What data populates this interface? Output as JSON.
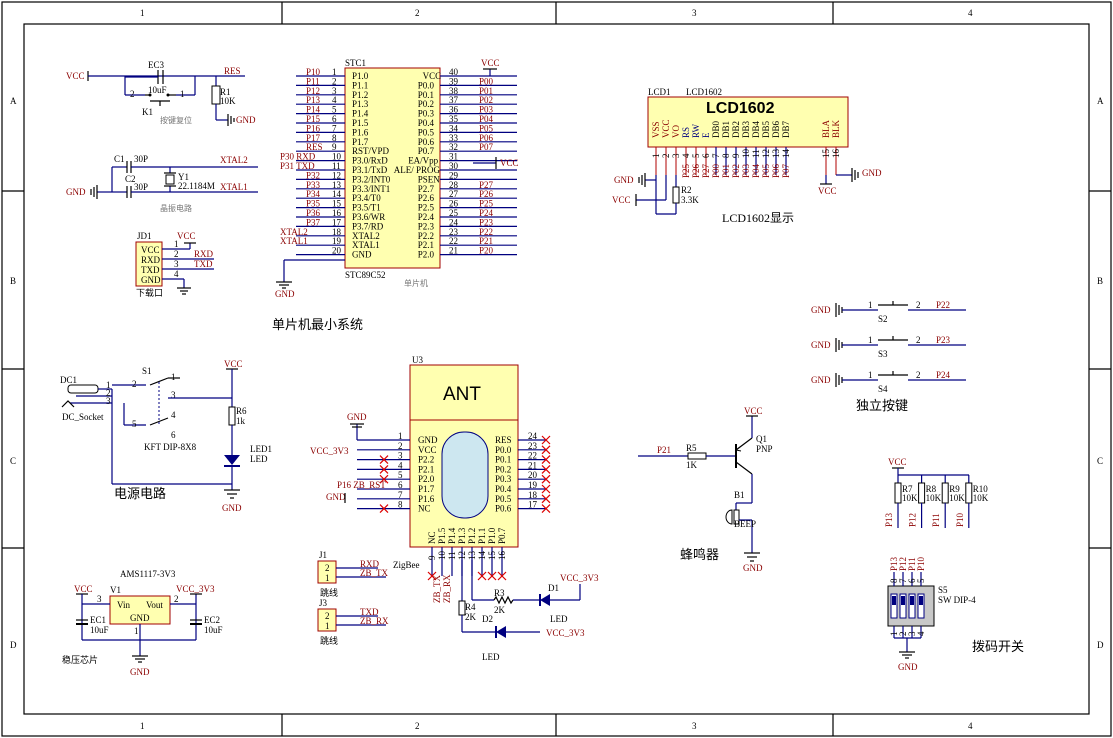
{
  "border": {
    "cols": [
      "1",
      "2",
      "3",
      "4"
    ],
    "rows": [
      "A",
      "B",
      "C",
      "D"
    ]
  },
  "sections": {
    "mcu_min": "单片机最小系统",
    "power": "电源电路",
    "lcd": "LCD1602显示",
    "keys": "独立按键",
    "buzzer": "蜂鸣器",
    "dip": "拨码开关",
    "mcu_label": "单片机",
    "reset_label": "按键复位",
    "crystal_label": "晶振电路",
    "regulator_label": "稳压芯片",
    "jumper": "跳线",
    "download": "下载口"
  },
  "nets": {
    "vcc": "VCC",
    "gnd": "GND",
    "vcc33": "VCC_3V3",
    "res": "RES",
    "xtal1": "XTAL1",
    "xtal2": "XTAL2",
    "rxd": "RXD",
    "txd": "TXD",
    "zbtx": "ZB_TX",
    "zbrx": "ZB_RX",
    "zbrst": "ZB_RST"
  },
  "mcu": {
    "ref": "STC1",
    "part": "STC89C52",
    "left": [
      {
        "n": "1",
        "pin": "P1.0",
        "net": "P10"
      },
      {
        "n": "2",
        "pin": "P1.1",
        "net": "P11"
      },
      {
        "n": "3",
        "pin": "P1.2",
        "net": "P12"
      },
      {
        "n": "4",
        "pin": "P1.3",
        "net": "P13"
      },
      {
        "n": "5",
        "pin": "P1.4",
        "net": "P14"
      },
      {
        "n": "6",
        "pin": "P1.5",
        "net": "P15"
      },
      {
        "n": "7",
        "pin": "P1.6",
        "net": "P16"
      },
      {
        "n": "8",
        "pin": "P1.7",
        "net": "P17"
      },
      {
        "n": "9",
        "pin": "RST/VPD",
        "net": "RES"
      },
      {
        "n": "10",
        "pin": "P3.0/RxD",
        "net": "P30_RXD"
      },
      {
        "n": "11",
        "pin": "P3.1/TxD",
        "net": "P31_TXD"
      },
      {
        "n": "12",
        "pin": "P3.2/INT0",
        "net": "P32"
      },
      {
        "n": "13",
        "pin": "P3.3/INT1",
        "net": "P33"
      },
      {
        "n": "14",
        "pin": "P3.4/T0",
        "net": "P34"
      },
      {
        "n": "15",
        "pin": "P3.5/T1",
        "net": "P35"
      },
      {
        "n": "16",
        "pin": "P3.6/WR",
        "net": "P36"
      },
      {
        "n": "17",
        "pin": "P3.7/RD",
        "net": "P37"
      },
      {
        "n": "18",
        "pin": "XTAL2",
        "net": "XTAL2"
      },
      {
        "n": "19",
        "pin": "XTAL1",
        "net": "XTAL1"
      },
      {
        "n": "20",
        "pin": "GND",
        "net": ""
      }
    ],
    "right": [
      {
        "n": "40",
        "pin": "VCC",
        "net": ""
      },
      {
        "n": "39",
        "pin": "P0.0",
        "net": "P00"
      },
      {
        "n": "38",
        "pin": "P0.1",
        "net": "P01"
      },
      {
        "n": "37",
        "pin": "P0.2",
        "net": "P02"
      },
      {
        "n": "36",
        "pin": "P0.3",
        "net": "P03"
      },
      {
        "n": "35",
        "pin": "P0.4",
        "net": "P04"
      },
      {
        "n": "34",
        "pin": "P0.5",
        "net": "P05"
      },
      {
        "n": "33",
        "pin": "P0.6",
        "net": "P06"
      },
      {
        "n": "32",
        "pin": "P0.7",
        "net": "P07"
      },
      {
        "n": "31",
        "pin": "EA/Vpp",
        "net": ""
      },
      {
        "n": "30",
        "pin": "ALE/ PROG",
        "net": ""
      },
      {
        "n": "29",
        "pin": "PSEN",
        "net": ""
      },
      {
        "n": "28",
        "pin": "P2.7",
        "net": "P27"
      },
      {
        "n": "27",
        "pin": "P2.6",
        "net": "P26"
      },
      {
        "n": "26",
        "pin": "P2.5",
        "net": "P25"
      },
      {
        "n": "25",
        "pin": "P2.4",
        "net": "P24"
      },
      {
        "n": "24",
        "pin": "P2.3",
        "net": "P23"
      },
      {
        "n": "23",
        "pin": "P2.2",
        "net": "P22"
      },
      {
        "n": "22",
        "pin": "P2.1",
        "net": "P21"
      },
      {
        "n": "21",
        "pin": "P2.0",
        "net": "P20"
      }
    ]
  },
  "lcd": {
    "ref": "LCD1",
    "part": "LCD1602",
    "title": "LCD1602",
    "pins": [
      {
        "n": "1",
        "name": "VSS",
        "net": ""
      },
      {
        "n": "2",
        "name": "VCC",
        "net": ""
      },
      {
        "n": "3",
        "name": "VO",
        "net": ""
      },
      {
        "n": "4",
        "name": "RS",
        "net": "P25"
      },
      {
        "n": "5",
        "name": "RW",
        "net": "P26"
      },
      {
        "n": "6",
        "name": "E",
        "net": "P27"
      },
      {
        "n": "7",
        "name": "DB0",
        "net": "P00"
      },
      {
        "n": "8",
        "name": "DB1",
        "net": "P01"
      },
      {
        "n": "9",
        "name": "DB2",
        "net": "P02"
      },
      {
        "n": "10",
        "name": "DB3",
        "net": "P03"
      },
      {
        "n": "11",
        "name": "DB4",
        "net": "P04"
      },
      {
        "n": "12",
        "name": "DB5",
        "net": "P05"
      },
      {
        "n": "13",
        "name": "DB6",
        "net": "P06"
      },
      {
        "n": "14",
        "name": "DB7",
        "net": "P07"
      },
      {
        "n": "15",
        "name": "BLA",
        "net": ""
      },
      {
        "n": "16",
        "name": "BLK",
        "net": ""
      }
    ],
    "r2": "R2",
    "r2v": "3.3K"
  },
  "reset": {
    "cap": "EC3",
    "capv": "10uF",
    "key": "K1",
    "res": "R1",
    "resv": "10K",
    "p1": "1",
    "p2": "2"
  },
  "crystal": {
    "c1": "C1",
    "c1v": "30P",
    "c2": "C2",
    "c2v": "30P",
    "y": "Y1",
    "yv": "22.1184M"
  },
  "jd1": {
    "ref": "JD1",
    "pins": [
      {
        "n": "1",
        "name": "VCC"
      },
      {
        "n": "2",
        "name": "RXD"
      },
      {
        "n": "3",
        "name": "TXD"
      },
      {
        "n": "4",
        "name": "GND"
      }
    ]
  },
  "power": {
    "dc": "DC1",
    "dcname": "DC_Socket",
    "s": "S1",
    "sw": "KFT DIP-8X8",
    "r": "R6",
    "rv": "1k",
    "led": "LED1",
    "ledv": "LED",
    "pins": [
      "1",
      "2",
      "3",
      "1",
      "2",
      "3",
      "4",
      "5",
      "6"
    ]
  },
  "reg": {
    "ref": "V1",
    "part": "AMS1117-3V3",
    "vin": "Vin",
    "vout": "Vout",
    "gnd": "GND",
    "ec1": "EC1",
    "ec1v": "10uF",
    "ec2": "EC2",
    "ec2v": "10uF",
    "p3": "3",
    "p2": "2",
    "p1": "1"
  },
  "zigbee": {
    "ref": "U3",
    "ant": "ANT",
    "name": "ZigBee",
    "left": [
      {
        "n": "1",
        "pin": "GND",
        "net": "GND"
      },
      {
        "n": "2",
        "pin": "VCC",
        "net": "VCC_3V3"
      },
      {
        "n": "3",
        "pin": "P2.2",
        "net": ""
      },
      {
        "n": "4",
        "pin": "P2.1",
        "net": ""
      },
      {
        "n": "5",
        "pin": "P2.0",
        "net": ""
      },
      {
        "n": "6",
        "pin": "P1.7",
        "net": "P16 ZB_RST"
      },
      {
        "n": "7",
        "pin": "P1.6",
        "net": "GND"
      },
      {
        "n": "8",
        "pin": "NC",
        "net": ""
      }
    ],
    "right": [
      {
        "n": "24",
        "pin": "RES"
      },
      {
        "n": "23",
        "pin": "P0.0"
      },
      {
        "n": "22",
        "pin": "P0.1"
      },
      {
        "n": "21",
        "pin": "P0.2"
      },
      {
        "n": "20",
        "pin": "P0.3"
      },
      {
        "n": "19",
        "pin": "P0.4"
      },
      {
        "n": "18",
        "pin": "P0.5"
      },
      {
        "n": "17",
        "pin": "P0.6"
      }
    ],
    "bottom": [
      {
        "n": "9",
        "pin": "NC"
      },
      {
        "n": "10",
        "pin": "P1.5"
      },
      {
        "n": "11",
        "pin": "P1.4"
      },
      {
        "n": "12",
        "pin": "P1.3"
      },
      {
        "n": "13",
        "pin": "P1.2"
      },
      {
        "n": "14",
        "pin": "P1.1"
      },
      {
        "n": "15",
        "pin": "P1.0"
      },
      {
        "n": "16",
        "pin": "P0.7"
      }
    ],
    "r3": "R3",
    "r3v": "2K",
    "r4": "R4",
    "r4v": "2K",
    "d1": "D1",
    "d2": "D2",
    "led": "LED"
  },
  "jumpers": {
    "j1": "J1",
    "j3": "J3",
    "p1": "1",
    "p2": "2"
  },
  "keys": [
    {
      "ref": "S2",
      "net": "P22"
    },
    {
      "ref": "S3",
      "net": "P23"
    },
    {
      "ref": "S4",
      "net": "P24"
    }
  ],
  "buzzer": {
    "net": "P21",
    "r": "R5",
    "rv": "1K",
    "q": "Q1",
    "qv": "PNP",
    "b": "B1",
    "bv": "BEEP"
  },
  "pullups": [
    {
      "ref": "R7",
      "v": "10K",
      "net": "P13"
    },
    {
      "ref": "R8",
      "v": "10K",
      "net": "P12"
    },
    {
      "ref": "R9",
      "v": "10K",
      "net": "P11"
    },
    {
      "ref": "R10",
      "v": "10K",
      "net": "P10"
    }
  ],
  "dipsw": {
    "ref": "S5",
    "part": "SW DIP-4",
    "top": [
      "8",
      "7",
      "6",
      "5"
    ],
    "bot": [
      "1",
      "2",
      "3",
      "4"
    ],
    "nets": [
      "P13",
      "P12",
      "P11",
      "P10"
    ]
  }
}
